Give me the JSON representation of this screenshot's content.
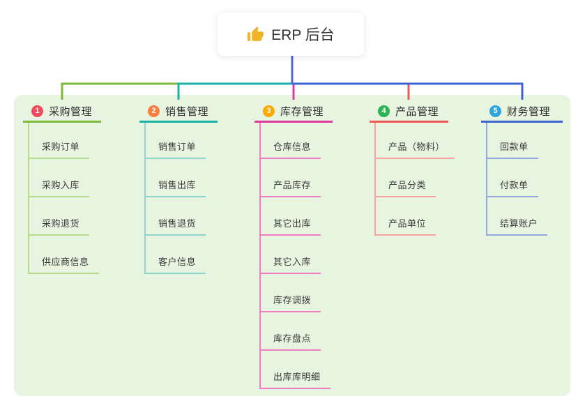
{
  "root": {
    "label": "ERP 后台",
    "icon": "thumbs-up-icon",
    "icon_color": "#f0b429"
  },
  "panel_bg": "#e6f4e0",
  "root_line_color": "#5967cd",
  "text_color": "#333333",
  "branches": [
    {
      "num": "1",
      "label": "采购管理",
      "badge_color": "#f04a5d",
      "line_color": "#7cba3d",
      "child_line_color": "#b5da8d",
      "children": [
        "采购订单",
        "采购入库",
        "采购退货",
        "供应商信息"
      ]
    },
    {
      "num": "2",
      "label": "销售管理",
      "badge_color": "#fb7d3d",
      "line_color": "#18b2a7",
      "child_line_color": "#8ad5cc",
      "children": [
        "销售订单",
        "销售出库",
        "销售退货",
        "客户信息"
      ]
    },
    {
      "num": "3",
      "label": "库存管理",
      "badge_color": "#ffa702",
      "line_color": "#df3a9d",
      "child_line_color": "#ee7ec0",
      "children": [
        "仓库信息",
        "产品库存",
        "其它出库",
        "其它入库",
        "库存调拨",
        "库存盘点",
        "出库库明细"
      ]
    },
    {
      "num": "4",
      "label": "产品管理",
      "badge_color": "#2ab453",
      "line_color": "#f25757",
      "child_line_color": "#f7a1a1",
      "children": [
        "产品（物料）",
        "产品分类",
        "产品单位"
      ]
    },
    {
      "num": "5",
      "label": "财务管理",
      "badge_color": "#2da6e0",
      "line_color": "#3e63d1",
      "child_line_color": "#93a9e0",
      "children": [
        "回款单",
        "付款单",
        "结算账户"
      ]
    }
  ]
}
